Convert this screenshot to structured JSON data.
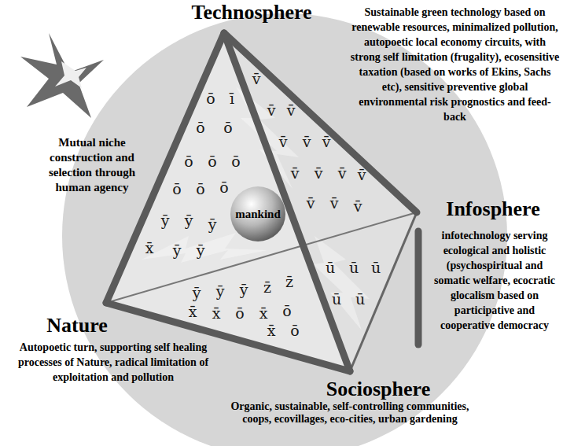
{
  "diagram": {
    "nodes": [
      {
        "text": [
          "mankind"
        ]
      }
    ],
    "labels": [
      "Technosphere",
      "Sustainable green technology based on renewable resources, minimalized pollution, autopoetic local economy circuits, with strong self limitation (frugality), ecosensitive taxation (based on works of Ekins, Sachs etc), sensitive preventive global environmental risk prognostics and feed-back",
      "Infosphere",
      "infotechnology serving ecological and holistic (psychospiritual and somatic welfare, ecocratic glocalism based on participative and cooperative democracy",
      "Nature",
      "Autopoetic turn, supporting self healing processes of Nature, radical limitation of exploitation and pollution",
      "Sociosphere",
      "Organic, sustainable, self-controlling communities, coops, ecovillages, eco-cities, urban gardening",
      "Mutual niche construction and selection through human agency",
      "ō",
      "ō",
      "ō",
      "ō",
      "ō",
      "ō",
      "ō",
      "ō",
      "ō",
      "ȳ",
      "ȳ",
      "ȳ",
      "x̄",
      "ȳ",
      "ȳ",
      "ȳ",
      "ȳ",
      "ȳ",
      "z̄",
      "z̄",
      "x̄",
      "x̄",
      "ō",
      "x̄",
      "ō",
      "x̄",
      "ō",
      "v̄",
      "v̄",
      "v̄",
      "v̄",
      "v̄",
      "v̄",
      "v̄",
      "v̄",
      "v̄",
      "v̄",
      "v̄",
      "v̄",
      "v̄",
      "ū",
      "ū",
      "ū",
      "ū",
      "ū",
      "ī"
    ]
  }
}
